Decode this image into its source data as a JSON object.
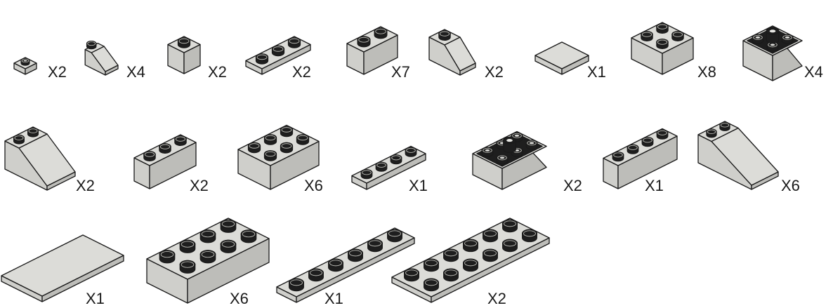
{
  "colors": {
    "top": "#dcdcd8",
    "left": "#cfcfcb",
    "right": "#bdbdb9",
    "stud": "#1e1e1e",
    "stroke": "#1a1a1a",
    "underside": "#1e1e1e",
    "tube_ring": "#e8e8e4"
  },
  "parts": [
    {
      "name": "plate-1x1-round-stud",
      "qty": "X2"
    },
    {
      "name": "slope-1x1",
      "qty": "X4"
    },
    {
      "name": "brick-1x1",
      "qty": "X2"
    },
    {
      "name": "plate-1x3",
      "qty": "X2"
    },
    {
      "name": "brick-1x2",
      "qty": "X7"
    },
    {
      "name": "slope-2x1",
      "qty": "X2"
    },
    {
      "name": "tile-2x2",
      "qty": "X1"
    },
    {
      "name": "brick-2x2",
      "qty": "X8"
    },
    {
      "name": "inverted-slope-2x2",
      "qty": "X4"
    },
    {
      "name": "slope-2x2",
      "qty": "X2"
    },
    {
      "name": "brick-1x3",
      "qty": "X2"
    },
    {
      "name": "brick-2x3",
      "qty": "X6"
    },
    {
      "name": "plate-1x4",
      "qty": "X1"
    },
    {
      "name": "inverted-slope-2x3",
      "qty": "X2"
    },
    {
      "name": "brick-1x4",
      "qty": "X1"
    },
    {
      "name": "slope-3x2",
      "qty": "X6"
    },
    {
      "name": "tile-2x4",
      "qty": "X1"
    },
    {
      "name": "brick-2x4",
      "qty": "X6"
    },
    {
      "name": "plate-1x6",
      "qty": "X1"
    },
    {
      "name": "plate-2x6",
      "qty": "X2"
    }
  ]
}
